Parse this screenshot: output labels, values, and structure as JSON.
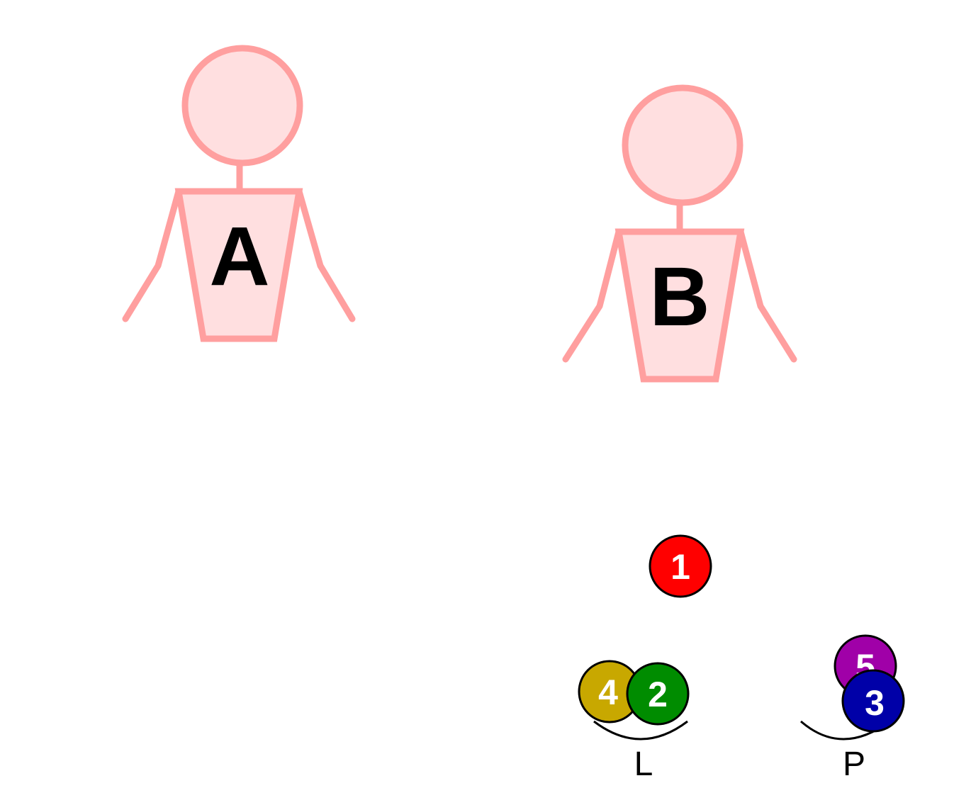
{
  "figures": [
    {
      "label": "A",
      "color": "#ff9f9f",
      "fill": "#ffdfe0"
    },
    {
      "label": "B",
      "color": "#ff9f9f",
      "fill": "#ffdfe0"
    }
  ],
  "balls": [
    {
      "number": "1",
      "color": "#ff0000"
    },
    {
      "number": "2",
      "color": "#008c00"
    },
    {
      "number": "3",
      "color": "#0000a8"
    },
    {
      "number": "4",
      "color": "#c8a800"
    },
    {
      "number": "5",
      "color": "#a000a8"
    }
  ],
  "hands": [
    {
      "label": "L"
    },
    {
      "label": "P"
    }
  ]
}
